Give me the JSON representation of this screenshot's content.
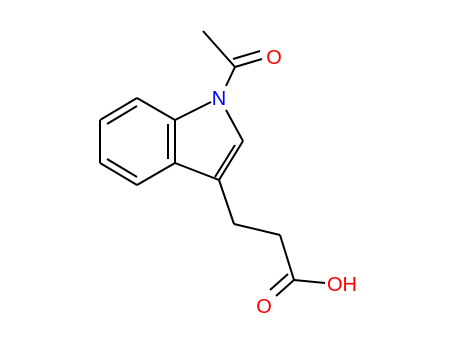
{
  "atoms": {
    "n1": {
      "label": "N",
      "color": "#0000ff"
    },
    "o_acetyl": {
      "label": "O",
      "color": "#ff0000"
    },
    "o_carbonyl": {
      "label": "O",
      "color": "#ff0000"
    },
    "oh": {
      "label": "OH",
      "color": "#ff0000"
    }
  },
  "colors": {
    "bond": "#000000",
    "background": "#ffffff"
  }
}
